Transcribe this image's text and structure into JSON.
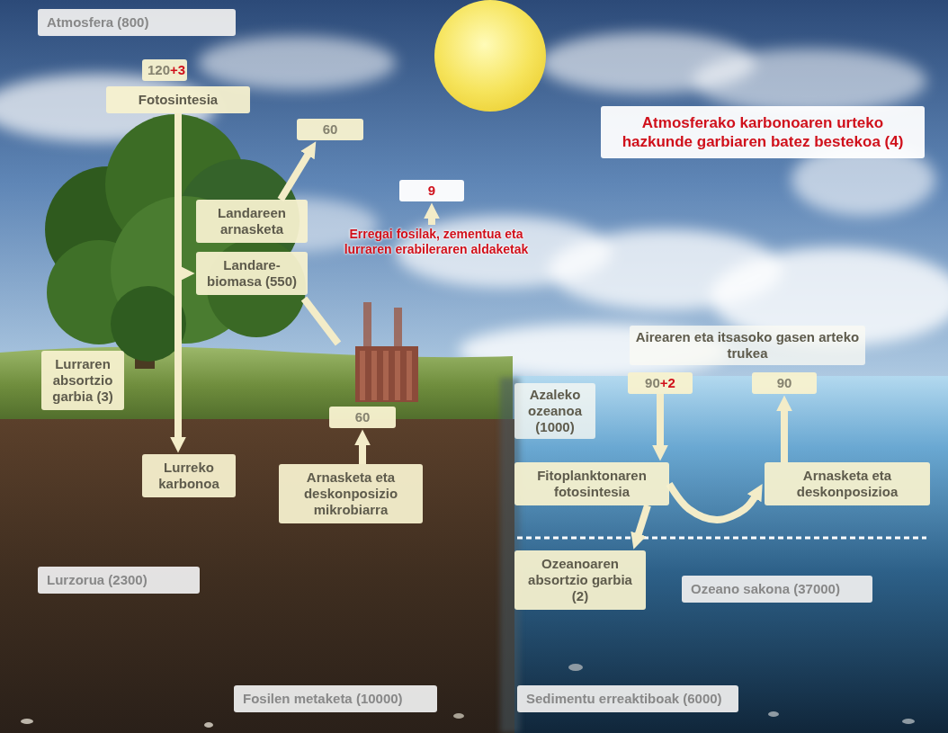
{
  "diagram": {
    "nodes": [
      {
        "text": [
          "Atmosfera (800)"
        ]
      },
      {
        "text": [
          "120",
          "+3"
        ]
      },
      {
        "text": [
          "Fotosintesia"
        ]
      },
      {
        "text": [
          "60"
        ]
      },
      {
        "text": [
          "Atmosferako karbonoaren urteko hazkunde garbiaren batez bestekoa (4)"
        ]
      },
      {
        "text": [
          "9"
        ]
      },
      {
        "text": [
          "Landareen arnasketa"
        ]
      },
      {
        "text": [
          "Landare- biomasa (550)"
        ]
      },
      {
        "text": [
          "Erregai fosilak, zementua eta lurraren erabileraren aldaketak"
        ]
      },
      {
        "text": [
          "Airearen eta itsasoko gasen arteko trukea"
        ]
      },
      {
        "text": [
          "Lurraren absortzio garbia (3)"
        ]
      },
      {
        "text": [
          "90",
          "+2"
        ]
      },
      {
        "text": [
          "90"
        ]
      },
      {
        "text": [
          "Azaleko ozeanoa (1000)"
        ]
      },
      {
        "text": [
          "60"
        ]
      },
      {
        "text": [
          "Lurreko karbonoa"
        ]
      },
      {
        "text": [
          "Arnasketa eta deskonposizio mikrobiarra"
        ]
      },
      {
        "text": [
          "Fitoplanktonaren fotosintesia"
        ]
      },
      {
        "text": [
          "Arnasketa eta deskonposizioa"
        ]
      },
      {
        "text": [
          "Ozeanoaren absortzio garbia (2)"
        ]
      },
      {
        "text": [
          "Lurzorua (2300)"
        ]
      },
      {
        "text": [
          "Ozeano sakona (37000)"
        ]
      },
      {
        "text": [
          "Fosilen metaketa (10000)"
        ]
      },
      {
        "text": [
          "Sedimentu erreaktiboak (6000)"
        ]
      }
    ],
    "edges": [
      {
        "from": 2,
        "to": 7,
        "arrow": "to"
      },
      {
        "from": 2,
        "to": 15,
        "arrow": "to"
      },
      {
        "from": 6,
        "to": 3,
        "arrow": "to"
      },
      {
        "from": 8,
        "to": 5,
        "arrow": "to"
      },
      {
        "from": 16,
        "to": 14,
        "arrow": "to"
      },
      {
        "from": 11,
        "to": 17,
        "arrow": "to"
      },
      {
        "from": 18,
        "to": 12,
        "arrow": "to"
      },
      {
        "from": 17,
        "to": 18,
        "arrow": "to"
      },
      {
        "from": 17,
        "to": 19,
        "arrow": "to"
      }
    ]
  }
}
